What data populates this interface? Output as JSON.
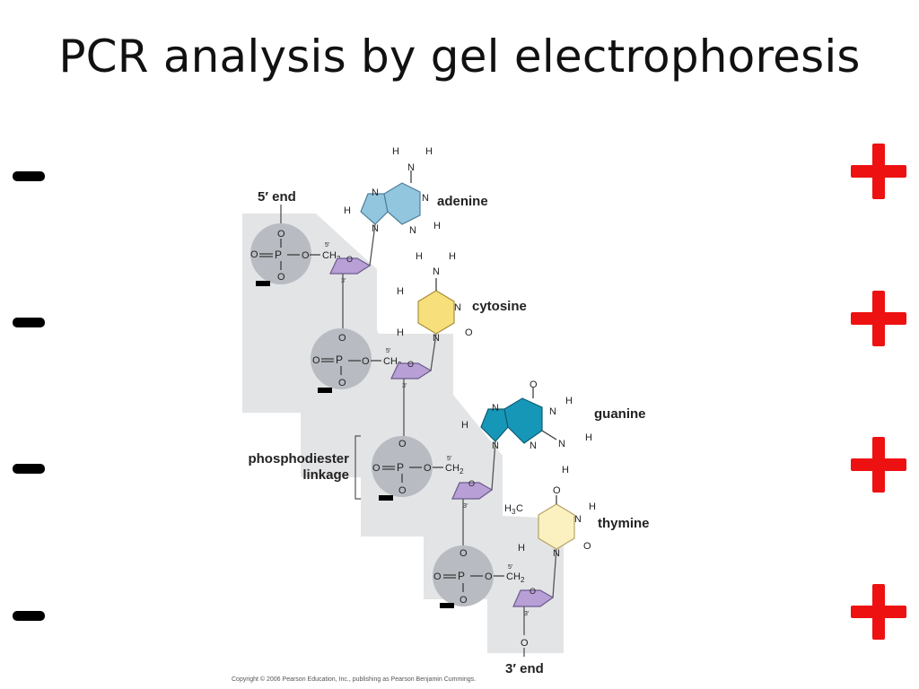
{
  "slide": {
    "title": "PCR analysis by gel electrophoresis"
  },
  "diagram": {
    "five_prime_label": "5′ end",
    "three_prime_label": "3′ end",
    "linkage_label_line1": "phosphodiester",
    "linkage_label_line2": "linkage",
    "bases": [
      {
        "name": "adenine",
        "color": "#92c6de"
      },
      {
        "name": "cytosine",
        "color": "#f7df7c"
      },
      {
        "name": "guanine",
        "color": "#1797b8"
      },
      {
        "name": "thymine",
        "color": "#fbf1c0"
      }
    ],
    "sugar_color": "#b89fd6",
    "phosphate_color": "#b8bcc2",
    "backbone_shade": "#e3e4e6",
    "atoms": {
      "O": "O",
      "P": "P",
      "H": "H",
      "N": "N",
      "C": "C",
      "CH2": "CH",
      "sub2": "2",
      "H3C": "H",
      "sub3": "3",
      "c5": "5′",
      "c3": "3′"
    }
  },
  "charges": {
    "negative_symbol": "-",
    "positive_symbol": "+"
  },
  "footer": {
    "copyright": "Copyright © 2006 Pearson Education, Inc., publishing as Pearson Benjamin Cummings."
  },
  "colors": {
    "positive": "#ee1111",
    "negative": "#000000"
  }
}
